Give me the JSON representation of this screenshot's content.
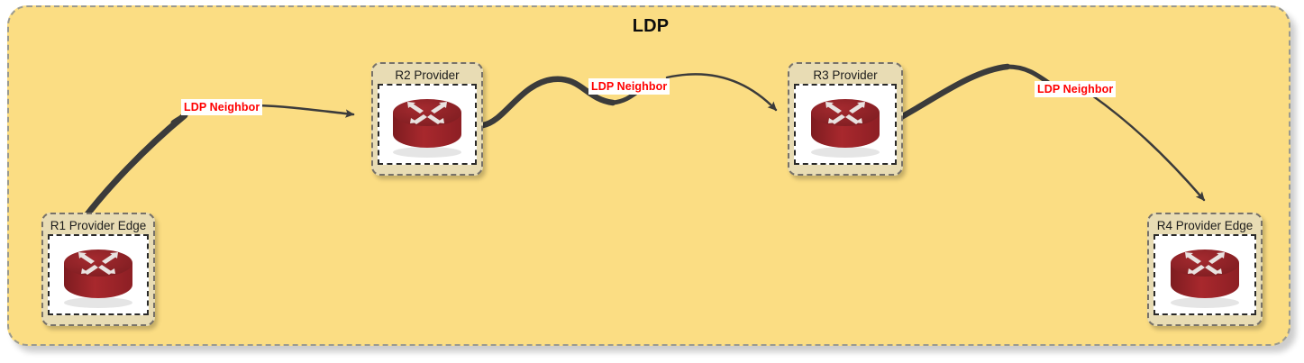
{
  "diagram": {
    "title": "LDP",
    "background_color": "#fbdd83",
    "border_color": "#9a9a8f",
    "label_color": "#ff0000",
    "router_color": "#9b2226",
    "link_color": "#3b3b3b"
  },
  "nodes": [
    {
      "id": "r1",
      "label": "R1 Provider Edge",
      "icon": "router-icon"
    },
    {
      "id": "r2",
      "label": "R2 Provider",
      "icon": "router-icon"
    },
    {
      "id": "r3",
      "label": "R3 Provider",
      "icon": "router-icon"
    },
    {
      "id": "r4",
      "label": "R4 Provider Edge",
      "icon": "router-icon"
    }
  ],
  "links": [
    {
      "id": "l1",
      "from": "r1",
      "to": "r2",
      "label": "LDP Neighbor"
    },
    {
      "id": "l2",
      "from": "r2",
      "to": "r3",
      "label": "LDP Neighbor"
    },
    {
      "id": "l3",
      "from": "r3",
      "to": "r4",
      "label": "LDP Neighbor"
    }
  ]
}
